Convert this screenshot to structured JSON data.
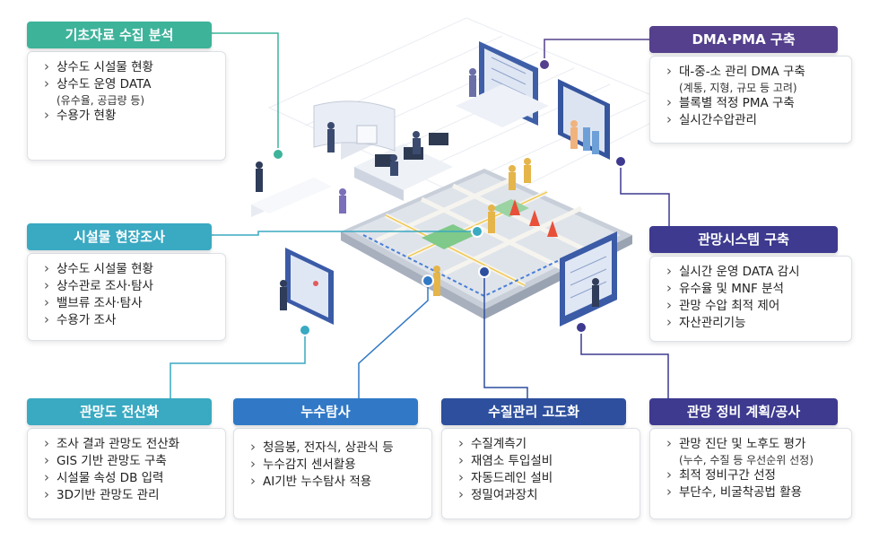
{
  "colors": {
    "green": "#3db39a",
    "teal": "#3aa9c2",
    "blue": "#3179c6",
    "navy": "#2d4f9d",
    "purple": "#4a3f95",
    "dmaPurple": "#54408c",
    "network": "#3d3a8f"
  },
  "cards": {
    "data_collection": {
      "title": "기초자료 수집 분석",
      "items": [
        "상수도 시설물 현황",
        "상수도 운영 DATA",
        "(유수율, 공급량 등)",
        "수용가 현황"
      ]
    },
    "field_survey": {
      "title": "시설물 현장조사",
      "items": [
        "상수도 시설물 현황",
        "상수관로 조사·탐사",
        "밸브류 조사·탐사",
        "수용가 조사"
      ]
    },
    "computerization": {
      "title": "관망도 전산화",
      "items": [
        "조사 결과 관망도 전산화",
        "GIS 기반 관망도 구축",
        "시설물 속성 DB 입력",
        "3D기반 관망도 관리"
      ]
    },
    "leak_detection": {
      "title": "누수탐사",
      "items": [
        "청음봉, 전자식, 상관식 등",
        "누수감지 센서활용",
        "AI기반 누수탐사 적용"
      ]
    },
    "water_quality": {
      "title": "수질관리 고도화",
      "items": [
        "수질계측기",
        "재염소 투입설비",
        "자동드레인 설비",
        "정밀여과장치"
      ]
    },
    "rehab": {
      "title": "관망 정비 계획/공사",
      "items": [
        "관망 진단 및 노후도 평가",
        "(누수, 수질 등 우선순위 선정)",
        "최적 정비구간 선정",
        "부단수, 비굴착공법 활용"
      ]
    },
    "dma": {
      "title": "DMA·PMA 구축",
      "items": [
        "대-중-소 관리 DMA 구축",
        "(계통, 지형, 규모 등 고려)",
        "블록별 적정 PMA 구축",
        "실시간수압관리"
      ]
    },
    "network_system": {
      "title": "관망시스템 구축",
      "items": [
        "실시간 운영 DATA 감시",
        "유수율 및 MNF 분석",
        "관망 수압 최적 제어",
        "자산관리기능"
      ]
    }
  }
}
